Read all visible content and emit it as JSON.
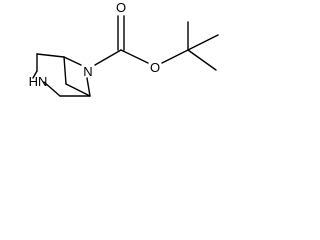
{
  "molecule": {
    "atoms": {
      "carbonyl_oxygen": "O",
      "ester_oxygen": "O",
      "ring_nitrogen": "N",
      "amine": "HN"
    }
  },
  "colors": {
    "bond": "#000000",
    "label": "#000000",
    "background": "#ffffff"
  }
}
